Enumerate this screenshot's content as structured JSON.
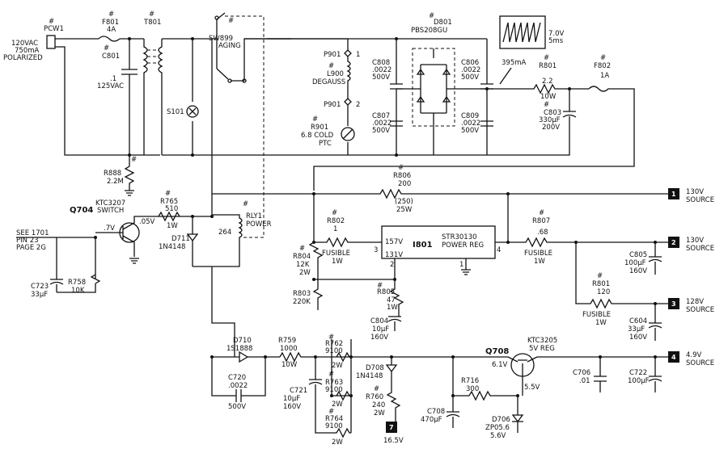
{
  "labels": {
    "pcw1_mark": "#",
    "pcw1": "PCW1",
    "ac_in_1": "120VAC",
    "ac_in_2": "750mA",
    "ac_in_3": "POLARIZED",
    "f801_mark": "#",
    "f801": "F801",
    "f801_val": "4A",
    "c801_mark": "#",
    "c801": "C801",
    "c801_val1": ".1",
    "c801_val2": "125VAC",
    "t801_mark": "#",
    "t801": "T801",
    "s101": "S101",
    "sw899_mark": "#",
    "sw899": "SW899",
    "sw899_name": "AGING",
    "p901_top": "P901",
    "p901_top_pin": "1",
    "l900_mark": "#",
    "l900": "L900",
    "l900_name": "DEGAUSS",
    "p901_bot": "P901",
    "p901_bot_pin": "2",
    "r901_mark": "#",
    "r901": "R901",
    "r901_val1": "6.8 COLD",
    "r901_val2": "PTC",
    "c808": "C808",
    "c808_v1": ".0022",
    "c808_v2": "500V",
    "c807": "C807",
    "c807_v1": ".0022",
    "c807_v2": "500V",
    "d801_mark": "#",
    "d801": "D801",
    "d801_part": "PBS208GU",
    "c806": "C806",
    "c806_v1": ".0022",
    "c806_v2": "500V",
    "c809": "C809",
    "c809_v1": ".0022",
    "c809_v2": "500V",
    "wave_v": "7.0V",
    "wave_t": "5ms",
    "current": "395mA",
    "r801_mark": "#",
    "r801": "R801",
    "r801_v1": "2.2",
    "r801_v2": "10W",
    "f802_mark": "#",
    "f802": "F802",
    "f802_v": "1A",
    "c803_mark": "#",
    "c803": "C803",
    "c803_v1": "330µF",
    "c803_v2": "200V",
    "r888_mark": "#",
    "r888": "R888",
    "r888_v": "2.2M",
    "r806_mark": "#",
    "r806": "R806",
    "r806_v1": "200",
    "r806_v2": "(250)",
    "r806_v3": "25W",
    "src1_num": "1",
    "src1": "130V",
    "src1_b": "SOURCE",
    "src2_num": "2",
    "src2": "130V",
    "src2_b": "SOURCE",
    "src3_num": "3",
    "src3": "128V",
    "src3_b": "SOURCE",
    "src4_num": "4",
    "src4": "4.9V",
    "src4_b": "SOURCE",
    "src7_num": "7",
    "src7": "16.5V",
    "q704": "Q704",
    "q704_part": "KTC3207",
    "q704_name": "SWITCH",
    "q704_v": ".05V",
    "q704_vb": ".7V",
    "r765_mark": "#",
    "r765": "R765",
    "r765_v1": "510",
    "r765_v2": "1W",
    "d711": "D711",
    "d711_part": "1N4148",
    "rly1_mark": "#",
    "rly1": "RLY1",
    "rly1_name": "POWER",
    "rly1_pin": "264",
    "see_1": "SEE 1701",
    "see_2": "PIN 23",
    "see_3": "PAGE 2G",
    "c723": "C723",
    "c723_v": "33µF",
    "r758": "R758",
    "r758_v": "10K",
    "r802_mark": "#",
    "r802": "R802",
    "r802_v1": "1",
    "r802_v2": "FUSIBLE",
    "r802_v3": "1W",
    "i801": "I801",
    "i801_part": "STR30130",
    "i801_name": "POWER REG",
    "i801_p1": "157V",
    "i801_p2": "131V",
    "i801_pin3": "3",
    "i801_pin2": "2",
    "i801_pin4": "4",
    "i801_pin1": "1",
    "r807_mark": "#",
    "r807": "R807",
    "r807_v1": ".68",
    "r807_v2": "FUSIBLE",
    "r807_v3": "1W",
    "r804_mark": "#",
    "r804": "R804",
    "r804_v1": "12K",
    "r804_v2": "2W",
    "r803": "R803",
    "r803_v": "220K",
    "r805_mark": "#",
    "r805": "R805",
    "r805_v1": "47",
    "r805_v2": "1W",
    "c804": "C804",
    "c804_v1": "10µF",
    "c804_v2": "160V",
    "c805": "C805",
    "c805_v1": "100µF",
    "c805_v2": "160V",
    "r8011_mark": "#",
    "r8011": "R801",
    "r8011_v1": "120",
    "r8011_v2": "FUSIBLE",
    "r8011_v3": "1W",
    "c604": "C604",
    "c604_v1": "33µF",
    "c604_v2": "160V",
    "d710": "D710",
    "d710_part": "1S1888",
    "r759": "R759",
    "r759_v1": "1000",
    "r759_v2": "10W",
    "c720": "C720",
    "c720_v1": ".0022",
    "c720_v2": "500V",
    "c721": "C721",
    "c721_v1": "10µF",
    "c721_v2": "160V",
    "r762_mark": "#",
    "r762": "R762",
    "r762_v1": "9100",
    "r762_v2": "2W",
    "r763_mark": "#",
    "r763": "R763",
    "r763_v1": "9100",
    "r763_v2": "2W",
    "r764_mark": "#",
    "r764": "R764",
    "r764_v1": "9100",
    "r764_v2": "2W",
    "d708": "D708",
    "d708_part": "1N4148",
    "r760_mark": "#",
    "r760": "R760",
    "r760_v1": "240",
    "r760_v2": "2W",
    "c708": "C708",
    "c708_v": "470µF",
    "q708": "Q708",
    "q708_part": "KTC3205",
    "q708_name": "5V REG",
    "q708_v1": "6.1V",
    "q708_v2": "5.5V",
    "r716": "R716",
    "r716_v": "300",
    "d706": "D706",
    "d706_part": "ZP05.6",
    "d706_v": "5.6V",
    "c706": "C706",
    "c706_v": ".01",
    "c722": "C722",
    "c722_v": "100µF"
  }
}
